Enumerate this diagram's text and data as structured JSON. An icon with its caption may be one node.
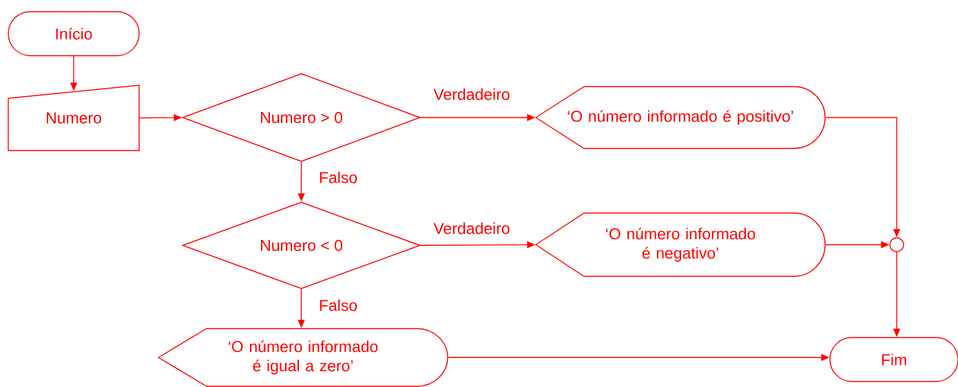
{
  "diagram": {
    "nodes": [
      {
        "text": [
          "Início"
        ]
      },
      {
        "text": [
          "Numero"
        ]
      },
      {
        "text": [
          "Numero > 0"
        ]
      },
      {
        "text": [
          "‘O número informado é positivo’"
        ]
      },
      {
        "text": [
          "Numero < 0"
        ]
      },
      {
        "text": [
          "‘O número informado é negativo’"
        ]
      },
      {
        "text": [
          "‘O número informado é igual a zero’"
        ]
      },
      {
        "text": [],
        "shape": "circle"
      },
      {
        "text": [
          "Fim"
        ]
      }
    ],
    "edges": [
      {
        "from": 0,
        "to": 1,
        "arrow": "to"
      },
      {
        "from": 1,
        "to": 2,
        "arrow": "to"
      },
      {
        "from": 2,
        "to": 3,
        "arrow": "to",
        "label": "Verdadeiro"
      },
      {
        "from": 2,
        "to": 4,
        "arrow": "to",
        "label": "Falso"
      },
      {
        "from": 4,
        "to": 5,
        "arrow": "to",
        "label": "Verdadeiro"
      },
      {
        "from": 4,
        "to": 6,
        "arrow": "to",
        "label": "Falso"
      },
      {
        "from": 3,
        "to": 7,
        "arrow": "to"
      },
      {
        "from": 5,
        "to": 7,
        "arrow": "to"
      },
      {
        "from": 7,
        "to": 8,
        "arrow": "to"
      },
      {
        "from": 6,
        "to": 8,
        "arrow": "to"
      }
    ]
  }
}
